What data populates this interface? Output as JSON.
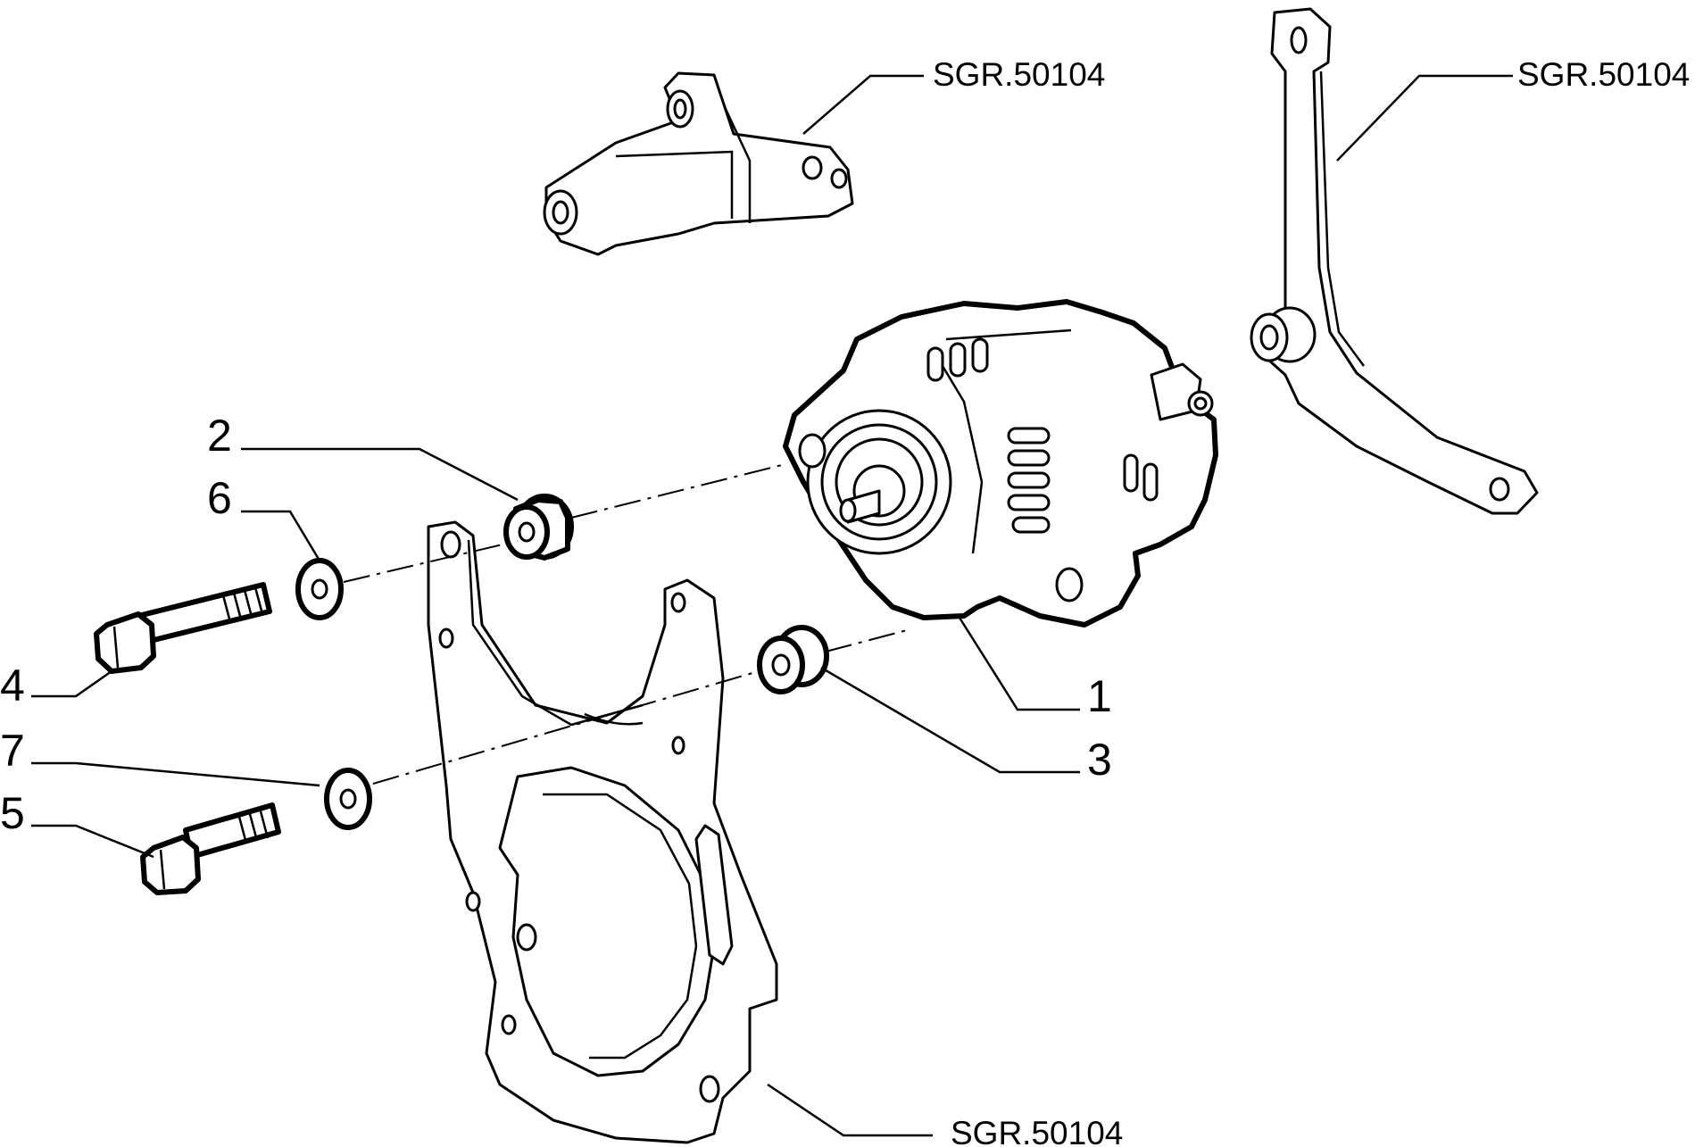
{
  "callouts": [
    {
      "id": "1",
      "text": "1"
    },
    {
      "id": "2",
      "text": "2"
    },
    {
      "id": "3",
      "text": "3"
    },
    {
      "id": "4",
      "text": "4"
    },
    {
      "id": "5",
      "text": "5"
    },
    {
      "id": "6",
      "text": "6"
    },
    {
      "id": "7",
      "text": "7"
    }
  ],
  "references": {
    "top_bracket": "SGR.50104",
    "right_arm": "SGR.50104",
    "bottom_plate": "SGR.50104"
  }
}
